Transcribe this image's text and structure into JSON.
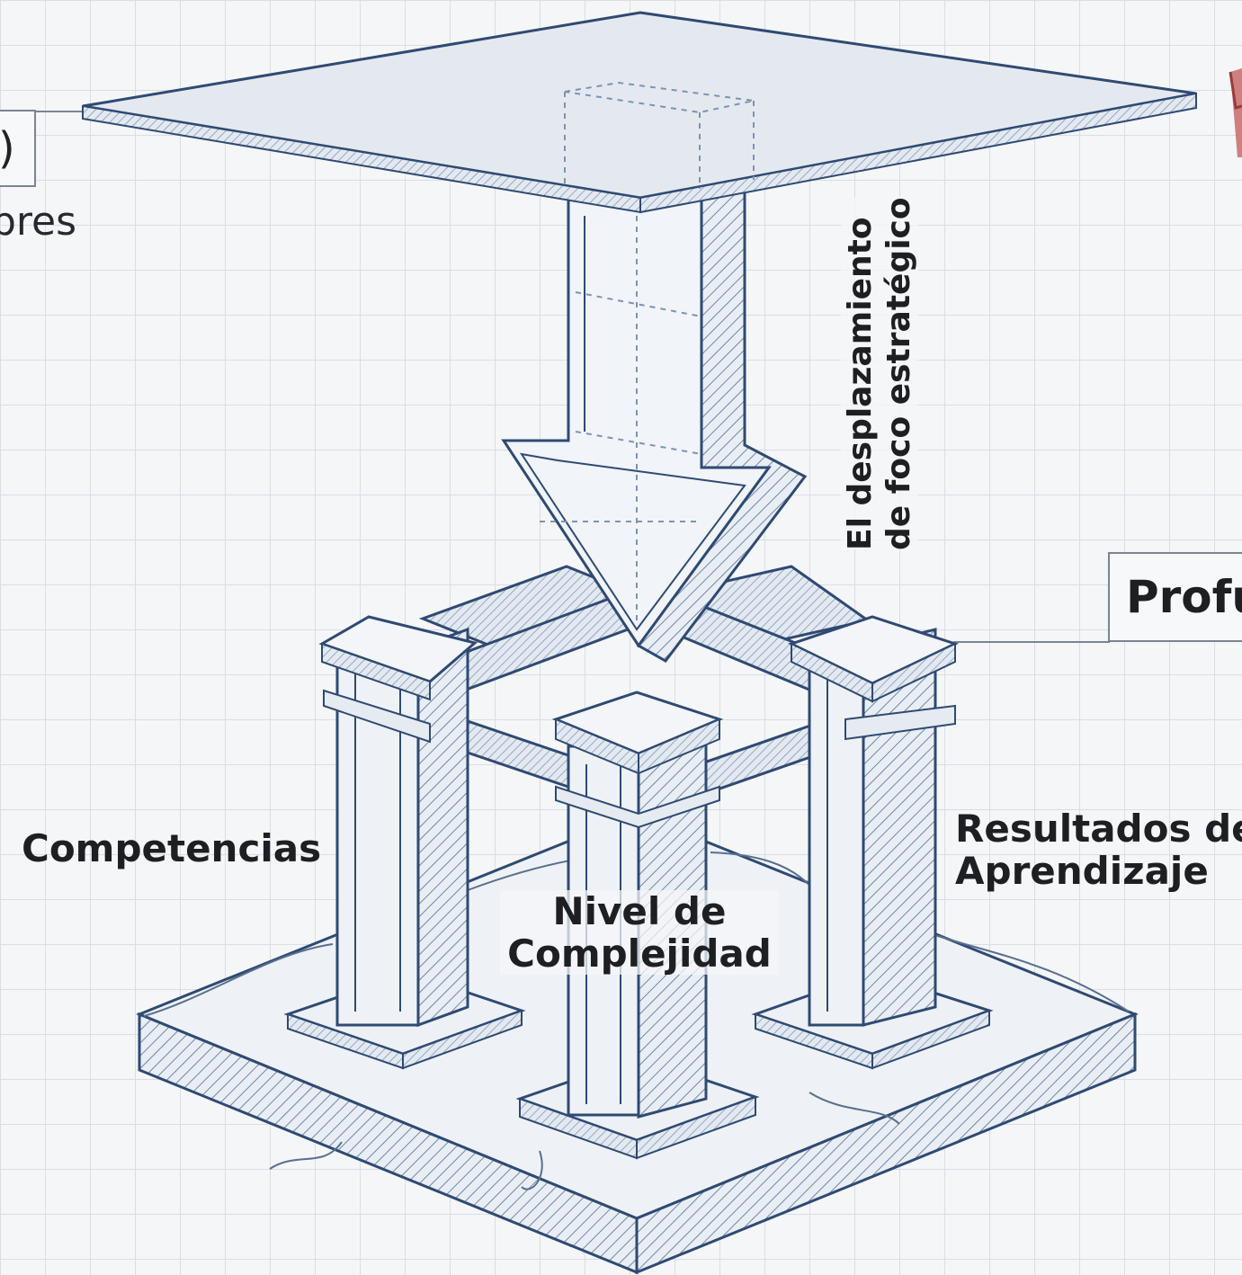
{
  "labels": {
    "pillar_left": "Competencias",
    "pillar_center_line1": "Nivel de",
    "pillar_center_line2": "Complejidad",
    "pillar_right_line1": "Resultados de",
    "pillar_right_line2": "Aprendizaje",
    "arrow_line1": "El desplazamiento",
    "arrow_line2": "de foco estratégico",
    "box_right_partial": "Profu",
    "box_left_partial": ")",
    "left_partial_text": "bres"
  },
  "colors": {
    "background": "#f4f6f8",
    "grid": "#d9dee5",
    "ink": "#2f4a72",
    "hatch": "#6f86a6",
    "slab_fill": "#e6ebf1",
    "red_accent": "#b84a4a"
  }
}
